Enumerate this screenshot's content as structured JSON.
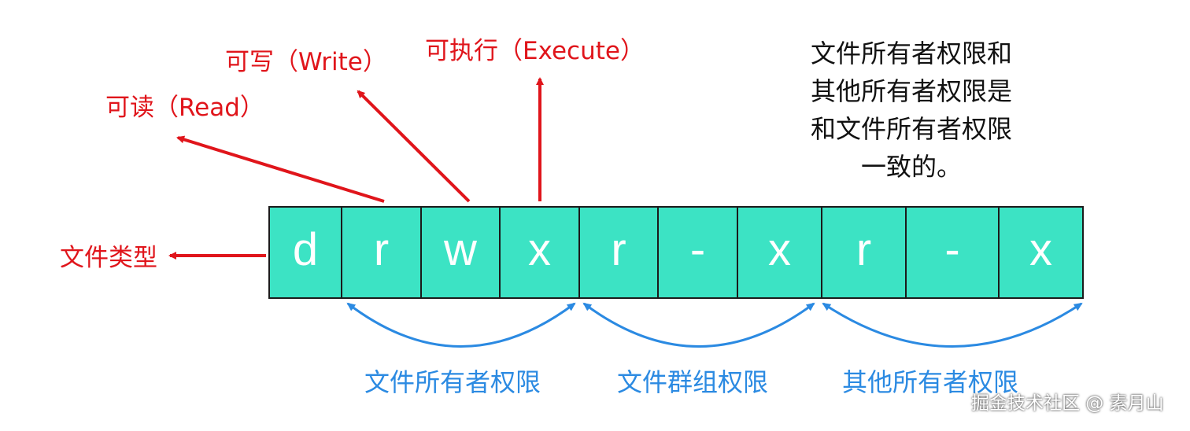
{
  "cells": [
    "d",
    "r",
    "w",
    "x",
    "r",
    "-",
    "x",
    "r",
    "-",
    "x"
  ],
  "labels": {
    "read": "可读（Read）",
    "write": "可写（Write）",
    "execute": "可执行（Execute）",
    "file_type": "文件类型"
  },
  "groups": {
    "owner": "文件所有者权限",
    "group": "文件群组权限",
    "others": "其他所有者权限"
  },
  "note": {
    "line1": "文件所有者权限和",
    "line2": "其他所有者权限是",
    "line3": "和文件所有者权限",
    "line4": "一致的。"
  },
  "watermark": "掘金技术社区 @ 素月山",
  "colors": {
    "cell_fill": "#3ce3c4",
    "cell_border": "#1b1b1b",
    "red": "#e0151b",
    "blue": "#2b8ae2"
  }
}
